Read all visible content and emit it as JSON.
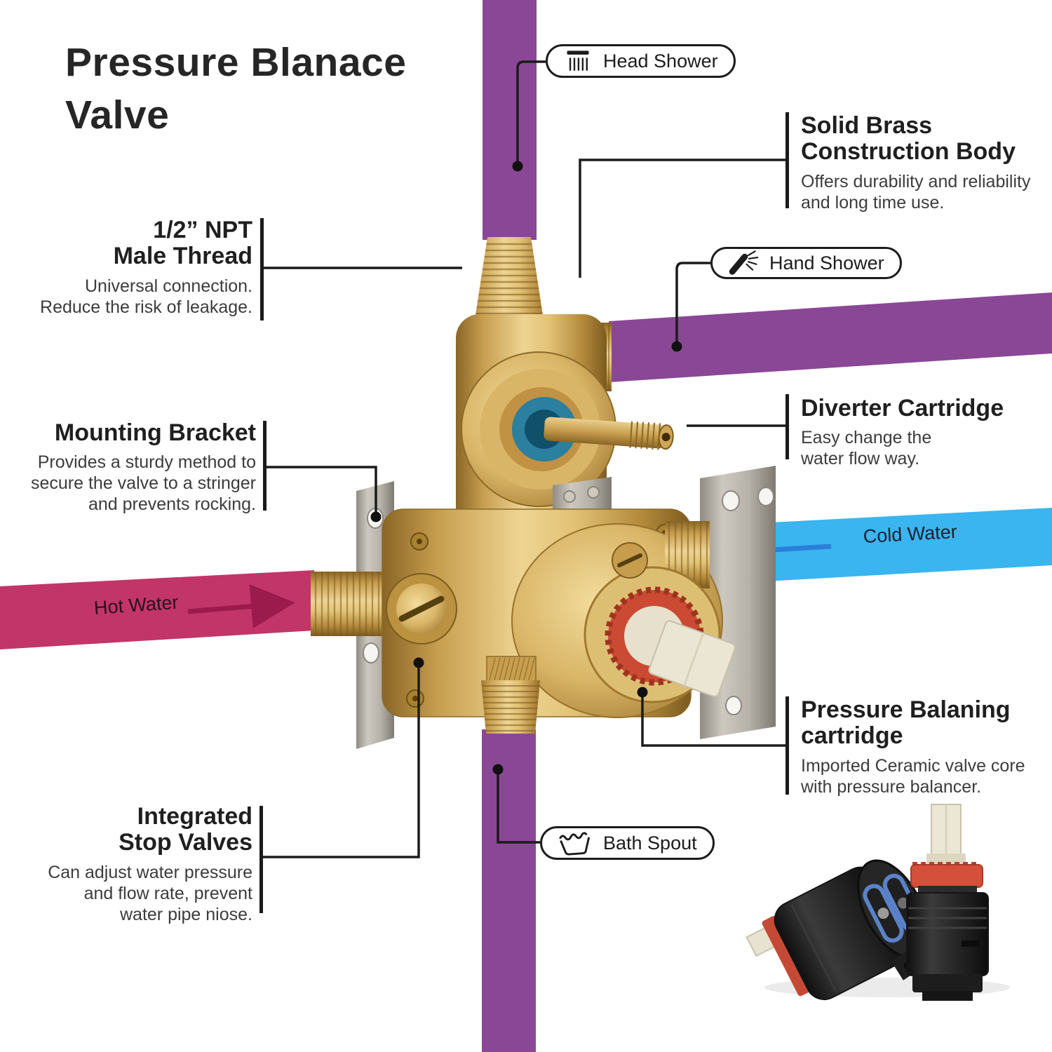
{
  "title": {
    "line1": "Pressure Blanace",
    "line2": "Valve"
  },
  "tags": {
    "head_shower": "Head Shower",
    "hand_shower": "Hand Shower",
    "bath_spout": "Bath Spout"
  },
  "pipes": {
    "hot": {
      "label": "Hot Water"
    },
    "cold": {
      "label": "Cold Water"
    }
  },
  "callouts": {
    "solid_brass": {
      "heading": [
        "Solid Brass",
        "Construction Body"
      ],
      "body": [
        "Offers durability and reliability",
        "and long time use."
      ]
    },
    "npt": {
      "heading": [
        "1/2” NPT",
        "Male Thread"
      ],
      "body": [
        "Universal connection.",
        "Reduce the risk of leakage."
      ]
    },
    "diverter": {
      "heading": [
        "Diverter Cartridge"
      ],
      "body": [
        "Easy change the",
        "water flow way."
      ]
    },
    "mounting": {
      "heading": [
        "Mounting Bracket"
      ],
      "body": [
        "Provides a sturdy method to",
        "secure the valve to a stringer",
        "and prevents rocking."
      ]
    },
    "pressure": {
      "heading": [
        "Pressure Balaning",
        "cartridge"
      ],
      "body": [
        "Imported Ceramic valve core",
        "with pressure balancer."
      ]
    },
    "stop": {
      "heading": [
        "Integrated",
        "Stop Valves"
      ],
      "body": [
        "Can adjust water pressure",
        "and flow rate, prevent",
        "water pipe niose."
      ]
    }
  },
  "colors": {
    "purple": "#8a4796",
    "cold": "#3ab5f0",
    "cold_arrow": "#2b7fd9",
    "hot": "#c23568",
    "hot_arrow": "#9b1b4d",
    "ink": "#1b1b1b",
    "brass": "#d7b163"
  }
}
